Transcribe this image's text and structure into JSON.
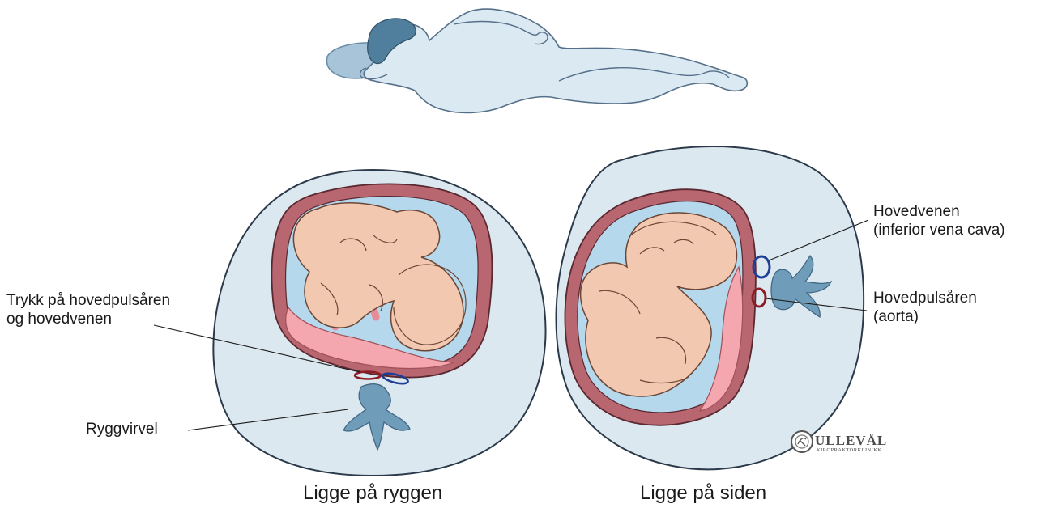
{
  "labels": {
    "pressure_line1": "Trykk på hovedpulsåren",
    "pressure_line2": "og hovedvenen",
    "vertebra": "Ryggvirvel",
    "vein_line1": "Hovedvenen",
    "vein_line2": "(inferior vena cava)",
    "artery_line1": "Hovedpulsåren",
    "artery_line2": "(aorta)"
  },
  "captions": {
    "back": "Ligge på ryggen",
    "side": "Ligge på siden"
  },
  "logo": {
    "name": "ULLEVÅL",
    "sub": "KIROPRAKTORKLINIKK"
  },
  "colors": {
    "belly_fill": "#dce8f0",
    "outline": "#2b3a4a",
    "uterus_wall": "#b86670",
    "amniotic_fluid": "#b6d8ec",
    "fetus_skin": "#f2c8b0",
    "placenta": "#f4a7ae",
    "vertebra": "#6f9cb8",
    "vein": "#1f3f95",
    "artery": "#8e1c24",
    "woman_skin": "#dbe9f2",
    "hair": "#4f7f9c",
    "pillow": "#a7c4d8"
  }
}
